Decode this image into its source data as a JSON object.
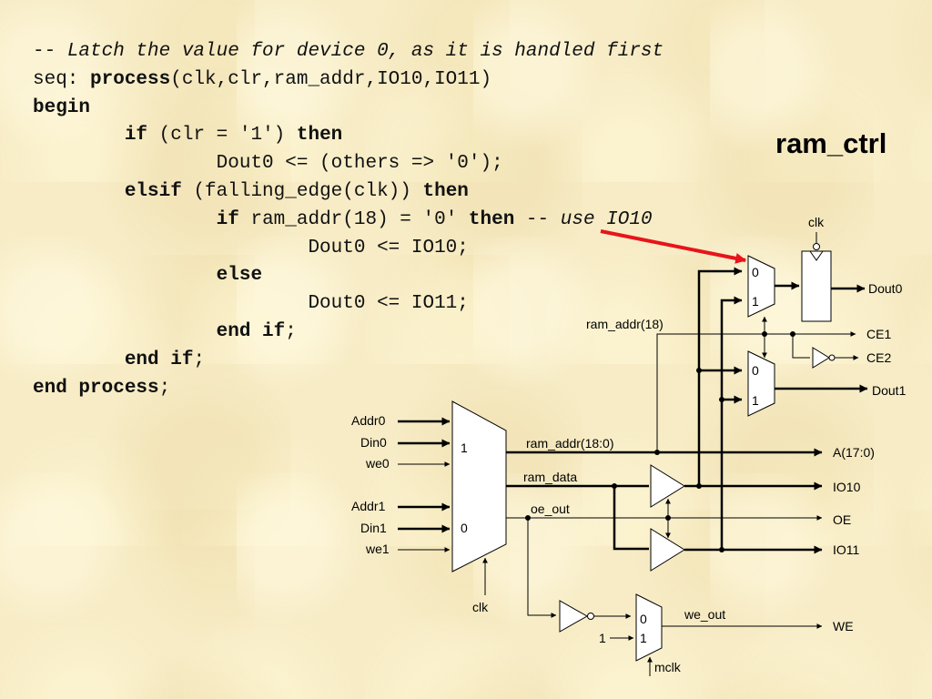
{
  "title": "ram_ctrl",
  "code": [
    {
      "indent": 0,
      "parts": [
        {
          "t": "-- ",
          "s": "n"
        },
        {
          "t": "Latch the value for device 0, as it is handled first",
          "s": "i"
        }
      ]
    },
    {
      "indent": 0,
      "parts": [
        {
          "t": "seq: ",
          "s": "n"
        },
        {
          "t": "process",
          "s": "b"
        },
        {
          "t": "(clk,clr,ram_addr,IO10,IO11)",
          "s": "n"
        }
      ]
    },
    {
      "indent": 0,
      "parts": [
        {
          "t": "begin",
          "s": "b"
        }
      ]
    },
    {
      "indent": 1,
      "parts": [
        {
          "t": "if",
          "s": "b"
        },
        {
          "t": " (clr = '1') ",
          "s": "n"
        },
        {
          "t": "then",
          "s": "b"
        }
      ]
    },
    {
      "indent": 2,
      "parts": [
        {
          "t": "Dout0 <= (others => '0');",
          "s": "n"
        }
      ]
    },
    {
      "indent": 1,
      "parts": [
        {
          "t": "elsif",
          "s": "b"
        },
        {
          "t": " (falling_edge(clk)) ",
          "s": "n"
        },
        {
          "t": "then",
          "s": "b"
        }
      ]
    },
    {
      "indent": 2,
      "parts": [
        {
          "t": "if",
          "s": "b"
        },
        {
          "t": " ram_addr(18) = '0' ",
          "s": "n"
        },
        {
          "t": "then",
          "s": "b"
        },
        {
          "t": " -- ",
          "s": "n"
        },
        {
          "t": "use IO10",
          "s": "i"
        }
      ]
    },
    {
      "indent": 3,
      "parts": [
        {
          "t": "Dout0 <= IO10;",
          "s": "n"
        }
      ]
    },
    {
      "indent": 2,
      "parts": [
        {
          "t": "else",
          "s": "b"
        }
      ]
    },
    {
      "indent": 3,
      "parts": [
        {
          "t": "Dout0 <= IO11;",
          "s": "n"
        }
      ]
    },
    {
      "indent": 2,
      "parts": [
        {
          "t": "end if",
          "s": "b"
        },
        {
          "t": ";",
          "s": "n"
        }
      ]
    },
    {
      "indent": 1,
      "parts": [
        {
          "t": "end if",
          "s": "b"
        },
        {
          "t": ";",
          "s": "n"
        }
      ]
    },
    {
      "indent": 0,
      "parts": [
        {
          "t": "end process",
          "s": "b"
        },
        {
          "t": ";",
          "s": "n"
        }
      ]
    }
  ],
  "diagram": {
    "inputs": {
      "addr0": "Addr0",
      "din0": "Din0",
      "we0": "we0",
      "addr1": "Addr1",
      "din1": "Din1",
      "we1": "we1"
    },
    "mux_in_mux": {
      "sel1": "1",
      "sel0": "0"
    },
    "clk_bottom": "clk",
    "clk_top": "clk",
    "mux_dout0": {
      "in0": "0",
      "in1": "1"
    },
    "mux_dout1": {
      "in0": "0",
      "in1": "1"
    },
    "mux_we": {
      "in0": "0",
      "in1": "1"
    },
    "signals": {
      "ram_addr_18": "ram_addr(18)",
      "ram_addr_bus": "ram_addr(18:0)",
      "ram_data": "ram_data",
      "oe_out": "oe_out",
      "we_out": "we_out",
      "const_one": "1",
      "mclk": "mclk"
    },
    "outputs": {
      "dout0": "Dout0",
      "ce1": "CE1",
      "ce2": "CE2",
      "dout1": "Dout1",
      "a": "A(17:0)",
      "io10": "IO10",
      "oe": "OE",
      "io11": "IO11",
      "we": "WE"
    },
    "pointer_color": "#e8141a"
  }
}
